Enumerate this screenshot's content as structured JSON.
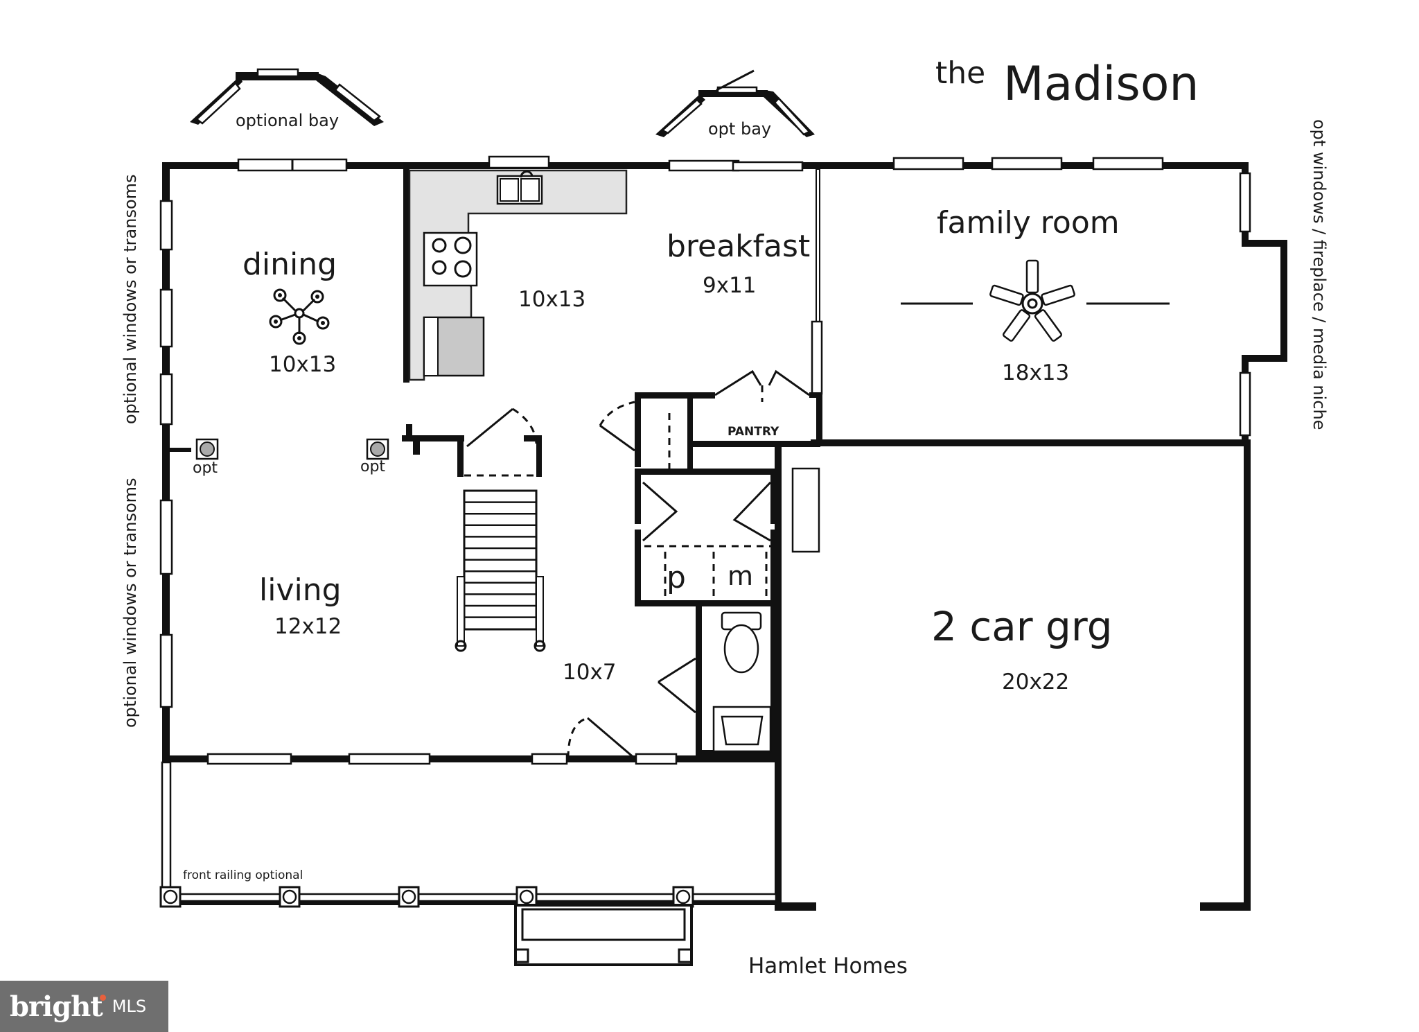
{
  "title": {
    "prefix": "the",
    "name": "Madison"
  },
  "builder": "Hamlet Homes",
  "rooms": {
    "dining": {
      "name": "dining",
      "size": "10x13"
    },
    "kitchen": {
      "size": "10x13"
    },
    "breakfast": {
      "name": "breakfast",
      "size": "9x11"
    },
    "family_room": {
      "name": "family room",
      "size": "18x13"
    },
    "living": {
      "name": "living",
      "size": "12x12"
    },
    "foyer": {
      "size": "10x7"
    },
    "garage": {
      "name": "2 car grg",
      "size": "20x22"
    },
    "pantry": {
      "name": "PANTRY"
    }
  },
  "closet_labels": {
    "p": "p",
    "m": "m"
  },
  "notes": {
    "optional_bay": "optional bay",
    "opt_bay": "opt bay",
    "windows_top": "optional windows or transoms",
    "windows_bottom": "optional windows or transoms",
    "right_side": "opt windows / fireplace / media niche",
    "column_left": "opt",
    "column_right": "opt",
    "railing": "front railing optional"
  },
  "watermark": {
    "word": "bright",
    "suffix": "MLS"
  },
  "icons": [
    "chandelier-icon",
    "ceiling-fan-icon",
    "sink-icon",
    "range-icon",
    "toilet-icon",
    "vanity-sink-icon",
    "column-icon"
  ],
  "colors": {
    "line": "#111111",
    "counter": "#e3e3e3",
    "badge": "#6f6f6f",
    "badge_dot": "#e8603c"
  }
}
